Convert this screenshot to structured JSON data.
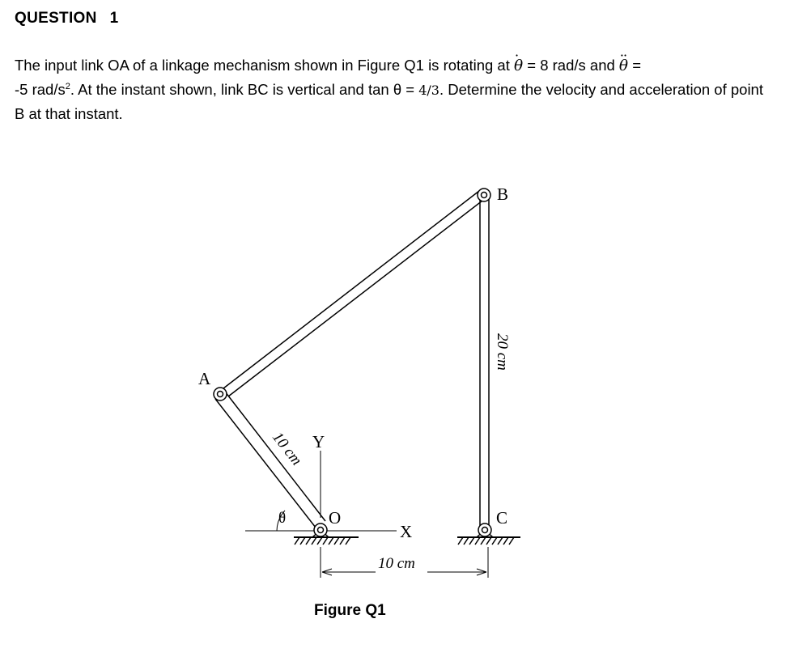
{
  "question": {
    "word": "QUESTION",
    "number": "1"
  },
  "problem": {
    "text_1": "The input link OA of a linkage mechanism shown in Figure Q1 is rotating at",
    "theta_symbol": "θ",
    "text_2": "= 8 rad/s and",
    "text_3": "=",
    "text_4": "-5 rad/s",
    "exponent": "2",
    "text_5": ". At the instant shown, link BC is vertical and tan θ =",
    "tan_value": "4/3",
    "text_6": ". Determine the velocity and acceleration of point B at that instant."
  },
  "figure": {
    "label_A": "A",
    "label_B": "B",
    "label_C": "C",
    "label_O": "O",
    "label_X": "X",
    "label_Y": "Y",
    "label_theta": "θ",
    "dim_OA": "10 cm",
    "dim_BC": "20 cm",
    "dim_OC": "10 cm",
    "caption": "Figure Q1"
  }
}
